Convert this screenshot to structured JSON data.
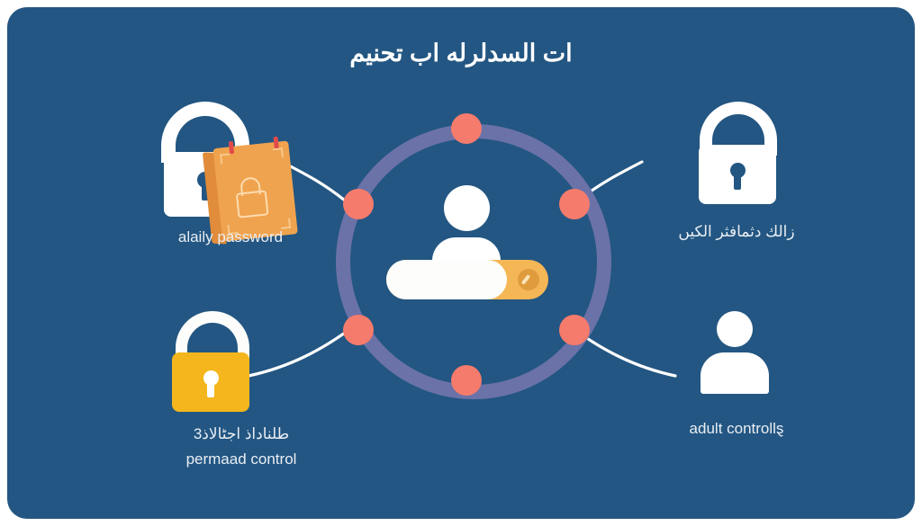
{
  "card": {
    "title": "ات السدلرله اب تحنیم",
    "background_color": "#235682",
    "page_background_color": "#ffffff"
  },
  "colors": {
    "card": "#235682",
    "ring": "#6b72a8",
    "dot": "#f57b6c",
    "accent_orange": "#f0a34e",
    "accent_yellow": "#f5b755",
    "white": "#ffffff",
    "label_text": "#e9eef4"
  },
  "center": {
    "icon": "user-avatar-icon",
    "slider": {
      "icon": "toggle-slider",
      "knob_icon": "key-knob-icon",
      "track_color": "#f5b755",
      "fill_color": "#fdfdfb"
    },
    "ring": {
      "icon": "progress-ring",
      "dot_count": 6
    }
  },
  "nodes": [
    {
      "id": "top-left",
      "icon": "padlock-icon",
      "secondary_icon": "locked-notebook-icon",
      "label": "alaily password",
      "label_rtl": false,
      "label2": "",
      "connector": "curved-line"
    },
    {
      "id": "top-right",
      "icon": "padlock-icon",
      "secondary_icon": "",
      "label": "زالك دثمافثر الكیں",
      "label_rtl": true,
      "label2": "",
      "connector": "curved-line"
    },
    {
      "id": "bottom-left",
      "icon": "padlock-yellow-icon",
      "secondary_icon": "",
      "label": "طلناداذ اجٹالاذ3",
      "label_rtl": true,
      "label2": "permaad control",
      "connector": "curved-line"
    },
    {
      "id": "bottom-right",
      "icon": "user-icon",
      "secondary_icon": "",
      "label": "adult controllȿ",
      "label_rtl": false,
      "label2": "",
      "connector": "curved-line"
    }
  ]
}
